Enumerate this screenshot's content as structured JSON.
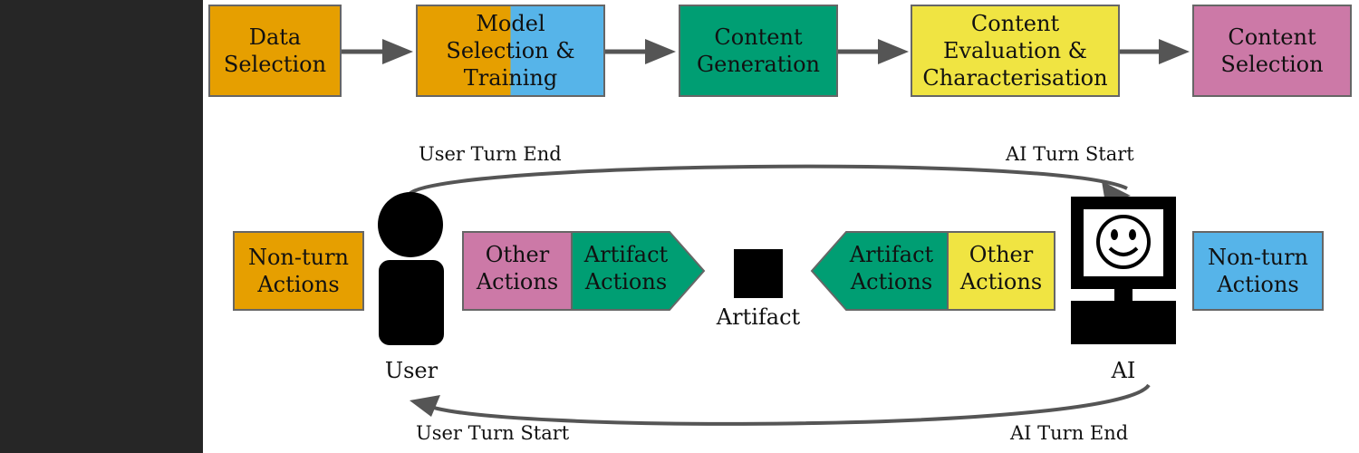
{
  "colors": {
    "orange": "#E69F00",
    "blue": "#56B4E9",
    "green": "#009E73",
    "yellow": "#F0E442",
    "pink": "#CC79A7",
    "arrow": "#555555",
    "sidebar": "#262626"
  },
  "pipeline": {
    "data_selection": "Data\nSelection",
    "model_selection_training": "Model\nSelection &\nTraining",
    "content_generation": "Content\nGeneration",
    "content_evaluation": "Content\nEvaluation &\nCharacterisation",
    "content_selection": "Content\nSelection"
  },
  "interaction": {
    "user_turn_end": "User Turn End",
    "ai_turn_start": "AI Turn Start",
    "user_turn_start": "User Turn Start",
    "ai_turn_end": "AI Turn End",
    "user_non_turn_actions": "Non-turn\nActions",
    "user_other_actions": "Other\nActions",
    "user_artifact_actions": "Artifact\nActions",
    "artifact": "Artifact",
    "ai_artifact_actions": "Artifact\nActions",
    "ai_other_actions": "Other\nActions",
    "ai_non_turn_actions": "Non-turn\nActions",
    "user": "User",
    "ai": "AI"
  },
  "icons": [
    "user-silhouette-icon",
    "computer-smiley-icon",
    "artifact-square-icon"
  ]
}
